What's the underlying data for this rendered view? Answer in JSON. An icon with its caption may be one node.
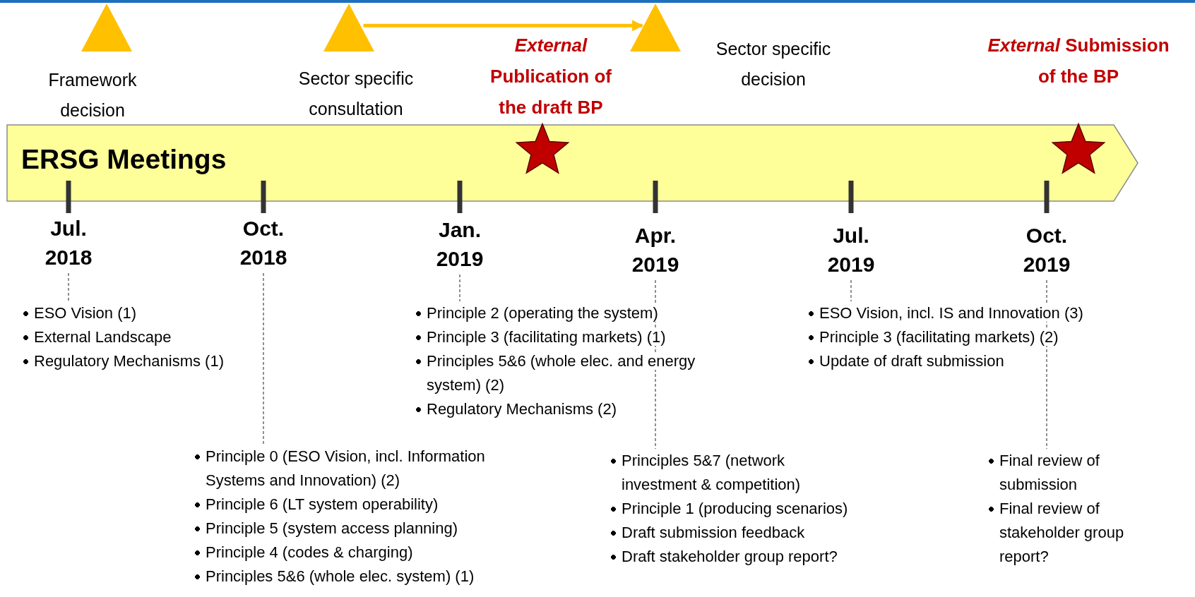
{
  "diagram": {
    "nodes": [
      {
        "text": [],
        "shape": "triangle",
        "beside": [
          "Framework decision"
        ]
      },
      {
        "text": [],
        "shape": "triangle",
        "beside": [
          "Sector specific consultation"
        ]
      },
      {
        "text": [],
        "shape": "triangle",
        "beside": [
          "Sector specific decision"
        ]
      },
      {
        "text": [
          "ERSG Meetings"
        ]
      },
      {
        "text": [],
        "shape": "star",
        "in": 3,
        "beside": [
          "*External* Publication of the draft BP"
        ]
      },
      {
        "text": [],
        "shape": "star",
        "in": 3,
        "beside": [
          "*External* Submission of the BP"
        ]
      },
      {
        "text": [
          "Jul. 2018"
        ]
      },
      {
        "text": [
          "Oct. 2018"
        ]
      },
      {
        "text": [
          "Jan. 2019"
        ]
      },
      {
        "text": [
          "Apr. 2019"
        ]
      },
      {
        "text": [
          "Jul. 2019"
        ]
      },
      {
        "text": [
          "Oct. 2019"
        ]
      },
      {
        "text": [
          "ESO Vision (1)",
          "External Landscape",
          "Regulatory Mechanisms (1)"
        ]
      },
      {
        "text": [
          "Principle 0 (ESO Vision, incl. Information Systems and Innovation) (2)",
          "Principle 6 (LT system operability)",
          "Principle 5 (system access planning)",
          "Principle 4 (codes & charging)",
          "Principles 5&6 (whole elec. system) (1)"
        ]
      },
      {
        "text": [
          "Principle 2 (operating the system)",
          "Principle 3 (facilitating markets) (1)",
          "Principles 5&6 (whole elec. and energy system) (2)",
          "Regulatory Mechanisms (2)"
        ]
      },
      {
        "text": [
          "Principles 5&7 (network investment & competition)",
          "Principle 1 (producing scenarios)",
          "Draft submission feedback",
          "Draft stakeholder group report?"
        ]
      },
      {
        "text": [
          "ESO Vision, incl. IS and Innovation (3)",
          "Principle 3 (facilitating markets) (2)",
          "Update of draft submission"
        ]
      },
      {
        "text": [
          "Final review of submission",
          "Final review of stakeholder group report?"
        ]
      }
    ],
    "edges": [
      {
        "from": 1,
        "to": 2,
        "arrow": "to",
        "style": "thick",
        "color": "#ffc000"
      },
      {
        "from": 6,
        "to": 12,
        "arrow": "none",
        "style": "dashed"
      },
      {
        "from": 7,
        "to": 13,
        "arrow": "none",
        "style": "dashed"
      },
      {
        "from": 8,
        "to": 14,
        "arrow": "none",
        "style": "dashed"
      },
      {
        "from": 9,
        "to": 15,
        "arrow": "none",
        "style": "dashed"
      },
      {
        "from": 10,
        "to": 16,
        "arrow": "none",
        "style": "dashed"
      },
      {
        "from": 11,
        "to": 17,
        "arrow": "none",
        "style": "dashed"
      }
    ]
  }
}
